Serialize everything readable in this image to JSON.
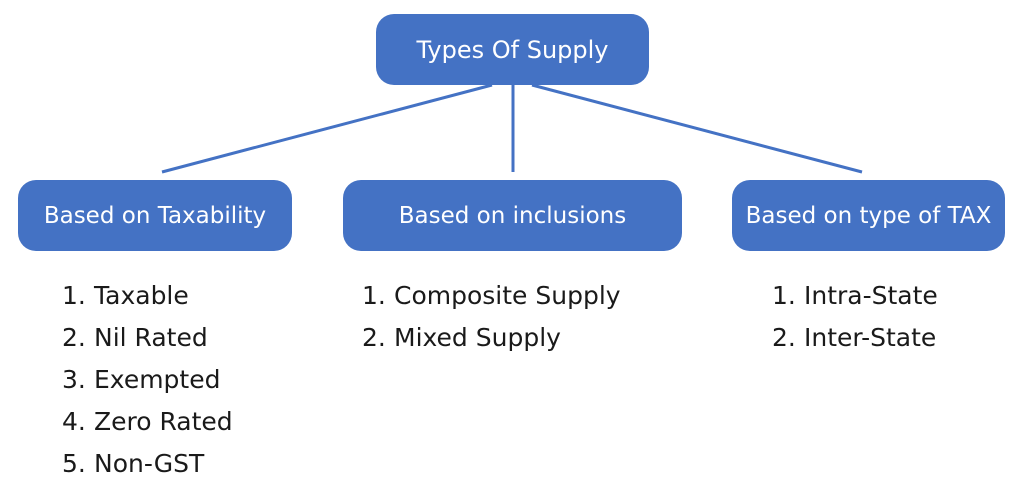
{
  "root": {
    "label": "Types Of Supply"
  },
  "branches": [
    {
      "label": "Based on Taxability",
      "items": [
        {
          "num": "1.",
          "text": "Taxable"
        },
        {
          "num": "2.",
          "text": "Nil Rated"
        },
        {
          "num": "3.",
          "text": "Exempted"
        },
        {
          "num": "4.",
          "text": "Zero Rated"
        },
        {
          "num": "5.",
          "text": "Non-GST"
        }
      ]
    },
    {
      "label": "Based on inclusions",
      "items": [
        {
          "num": "1.",
          "text": "Composite Supply"
        },
        {
          "num": "2.",
          "text": "Mixed Supply"
        }
      ]
    },
    {
      "label": "Based on type of TAX",
      "items": [
        {
          "num": "1.",
          "text": "Intra-State"
        },
        {
          "num": "2.",
          "text": "Inter-State"
        }
      ]
    }
  ],
  "colors": {
    "node_fill": "#4472c4",
    "node_text": "#ffffff",
    "connector": "#4472c4",
    "list_text": "#1a1a1a"
  }
}
